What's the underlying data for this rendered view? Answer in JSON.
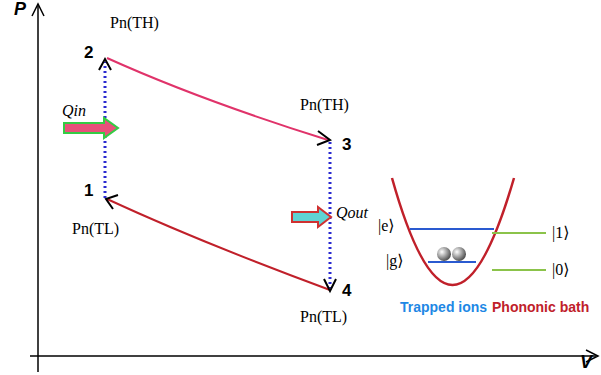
{
  "diagram": {
    "labels": [
      "P",
      "V",
      "2",
      "Pn(TH)",
      "3",
      "Pn(TH)",
      "1",
      "Pn(TL)",
      "4",
      "Pn(TL)",
      "Qin",
      "Qout",
      "|e⟩",
      "|g⟩",
      "|1⟩",
      "|0⟩",
      "Trapped ions",
      "Phononic bath"
    ]
  }
}
